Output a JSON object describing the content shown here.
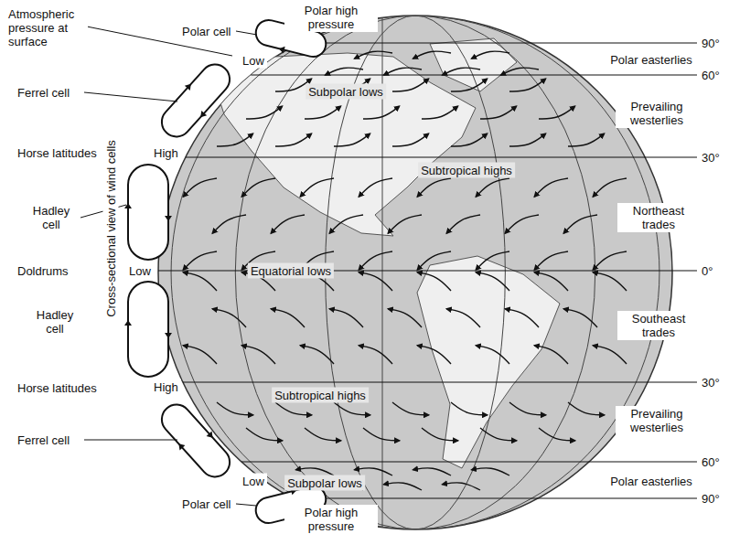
{
  "diagram": {
    "labels": [
      "Atmospheric pressure at surface",
      "Polar cell",
      "Polar high pressure",
      "90°",
      "Polar easterlies",
      "Low",
      "60°",
      "Subpolar lows",
      "Ferrel cell",
      "Prevailing westerlies",
      "Horse latitudes",
      "High",
      "30°",
      "Subtropical highs",
      "Hadley cell",
      "Northeast trades",
      "Cross-sectional view of wind cells",
      "Doldrums",
      "Low",
      "Equatorial lows",
      "0°",
      "Hadley cell",
      "Southeast trades",
      "Horse latitudes",
      "High",
      "30°",
      "Subtropical highs",
      "Prevailing westerlies",
      "Ferrel cell",
      "Low",
      "Subpolar lows",
      "60°",
      "Polar easterlies",
      "90°",
      "Polar cell",
      "Polar high pressure"
    ]
  }
}
